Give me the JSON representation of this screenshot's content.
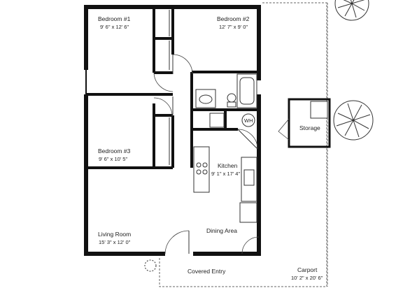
{
  "rooms": {
    "bedroom1": {
      "name": "Bedroom #1",
      "dims": "9' 6\" x 12' 6\""
    },
    "bedroom2": {
      "name": "Bedroom #2",
      "dims": "12' 7\" x 9' 0\""
    },
    "bedroom3": {
      "name": "Bedroom #3",
      "dims": "9' 6\" x 10' 5\""
    },
    "kitchen": {
      "name": "Kitchen",
      "dims": "9' 1\" x 17' 4\""
    },
    "living": {
      "name": "Living Room",
      "dims": "15' 3\" x 12' 0\""
    },
    "dining": {
      "name": "Dining Area"
    },
    "storage": {
      "name": "Storage"
    },
    "entry": {
      "name": "Covered Entry"
    },
    "carport": {
      "name": "Carport",
      "dims": "10' 2\" x 20' 6\""
    },
    "wh": {
      "name": "WH"
    }
  }
}
